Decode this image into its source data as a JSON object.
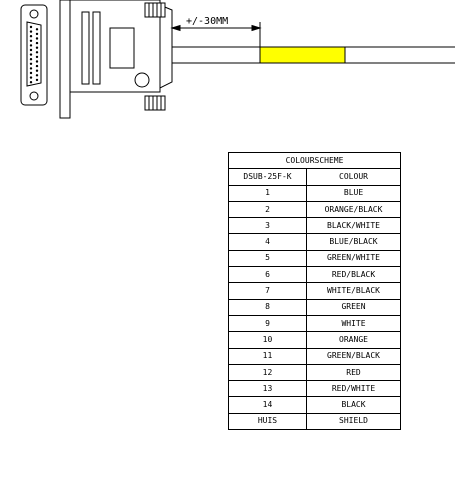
{
  "dimension": {
    "label": "+/-30MM"
  },
  "colours": {
    "highlight": "#ffff00",
    "line": "#000000"
  },
  "table": {
    "title": "COLOURSCHEME",
    "headers": [
      "DSUB-25F-K",
      "COLOUR"
    ],
    "rows": [
      [
        "1",
        "BLUE"
      ],
      [
        "2",
        "ORANGE/BLACK"
      ],
      [
        "3",
        "BLACK/WHITE"
      ],
      [
        "4",
        "BLUE/BLACK"
      ],
      [
        "5",
        "GREEN/WHITE"
      ],
      [
        "6",
        "RED/BLACK"
      ],
      [
        "7",
        "WHITE/BLACK"
      ],
      [
        "8",
        "GREEN"
      ],
      [
        "9",
        "WHITE"
      ],
      [
        "10",
        "ORANGE"
      ],
      [
        "11",
        "GREEN/BLACK"
      ],
      [
        "12",
        "RED"
      ],
      [
        "13",
        "RED/WHITE"
      ],
      [
        "14",
        "BLACK"
      ],
      [
        "HUIS",
        "SHIELD"
      ]
    ]
  }
}
